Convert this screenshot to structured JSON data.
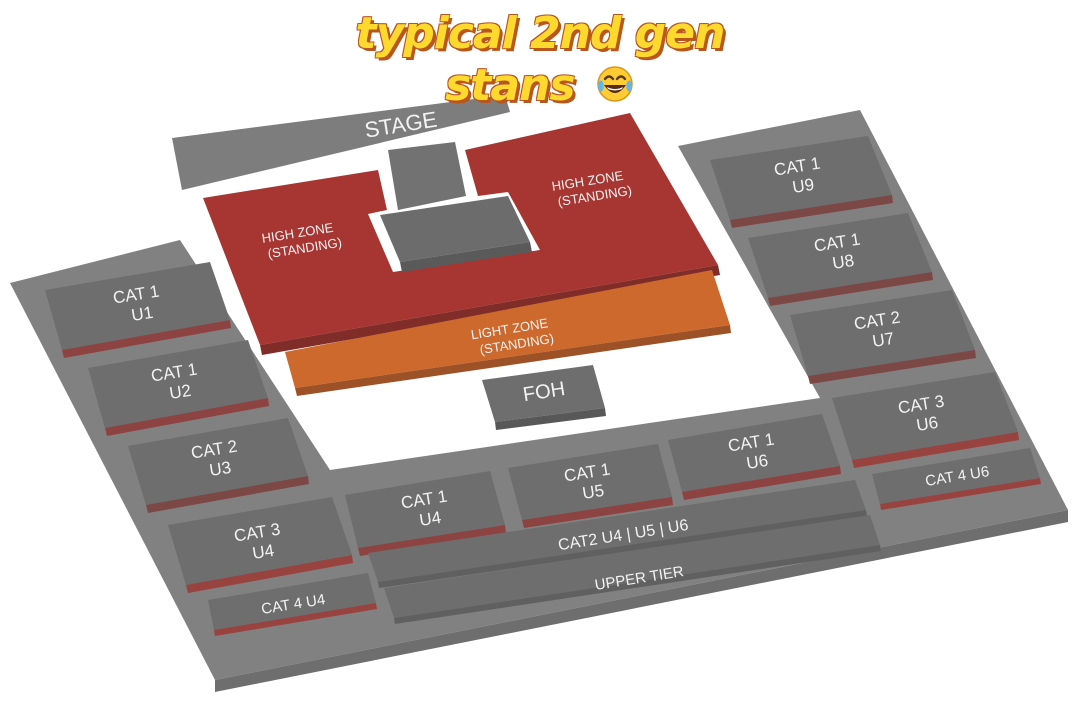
{
  "caption": {
    "line1": "typical 2nd gen",
    "line2": "stans"
  },
  "emoji_icon": "laughing-with-tears-emoji",
  "colors": {
    "frame": "#6e6e6e",
    "block": "#595959",
    "block_edge": "#3f3f3f",
    "high_zone": "#9b1a15",
    "light_zone": "#c65510",
    "caption_fill": "#ffd92e",
    "caption_outline": "#b8561e"
  },
  "map": {
    "stage": "STAGE",
    "high_zone_left": [
      "HIGH ZONE",
      "(STANDING)"
    ],
    "high_zone_right": [
      "HIGH ZONE",
      "(STANDING)"
    ],
    "light_zone": [
      "LIGHT ZONE",
      "(STANDING)"
    ],
    "foh": "FOH",
    "sections": {
      "u1": [
        "CAT 1",
        "U1"
      ],
      "u2": [
        "CAT 1",
        "U2"
      ],
      "u3": [
        "CAT 2",
        "U3"
      ],
      "u4_cat3": [
        "CAT 3",
        "U4"
      ],
      "u4_cat4": "CAT 4 U4",
      "u4": [
        "CAT 1",
        "U4"
      ],
      "u5": [
        "CAT 1",
        "U5"
      ],
      "u6_cat1": [
        "CAT 1",
        "U6"
      ],
      "u6_cat3": [
        "CAT 3",
        "U6"
      ],
      "u6_cat4": "CAT 4 U6",
      "u7": [
        "CAT 2",
        "U7"
      ],
      "u8": [
        "CAT 1",
        "U8"
      ],
      "u9": [
        "CAT 1",
        "U9"
      ],
      "cat2_lower": "CAT2  U4 | U5 | U6",
      "upper_tier": "UPPER TIER"
    }
  }
}
